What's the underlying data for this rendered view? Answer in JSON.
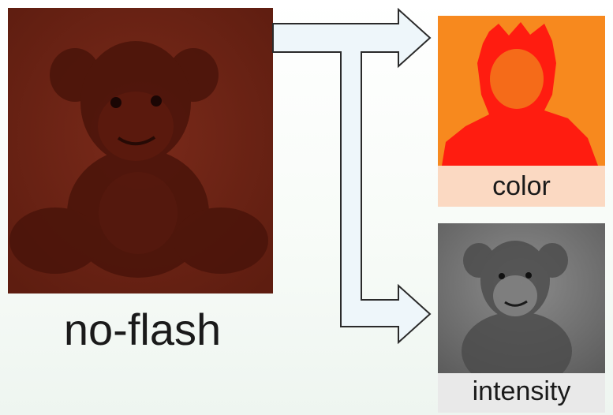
{
  "diagram": {
    "source": {
      "label": "no-flash",
      "tint": "#8a2a18"
    },
    "outputs": [
      {
        "label": "color",
        "tint": "#f7891e",
        "accent": "#ff1c10",
        "caption_bg": "#fbd9c2"
      },
      {
        "label": "intensity",
        "tint": "#7a7a7a",
        "caption_bg": "#e9e9e9"
      }
    ],
    "arrow_fill": "#eef6fa",
    "arrow_stroke": "#2a2a2a"
  }
}
